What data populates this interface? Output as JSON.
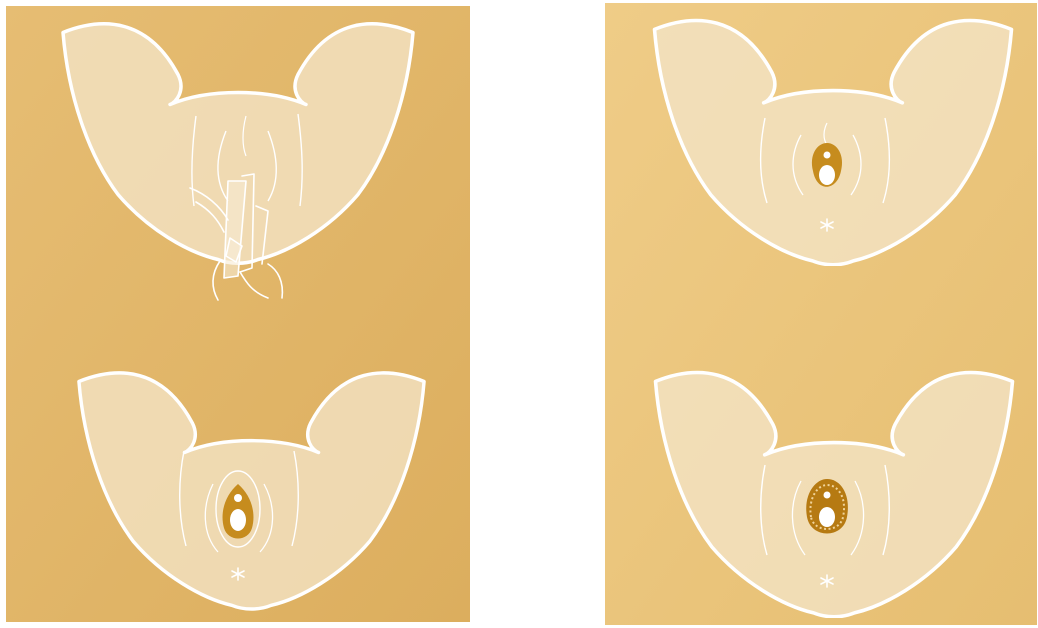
{
  "figure": {
    "panels": [
      {
        "id": "left",
        "frames": [
          "manual-separation",
          "membrane-opening"
        ]
      },
      {
        "id": "right",
        "frames": [
          "opening-detail",
          "fringed-membrane"
        ]
      }
    ]
  },
  "colors": {
    "background": "#ffffff",
    "page_left": "#e2b567",
    "page_right": "#ebc57c",
    "body_fill": "#f5e6c9",
    "outline": "#ffffff",
    "accent": "#c68c1e",
    "accent_dark": "#b67a12"
  },
  "icons": [
    "asterisk-mark"
  ]
}
